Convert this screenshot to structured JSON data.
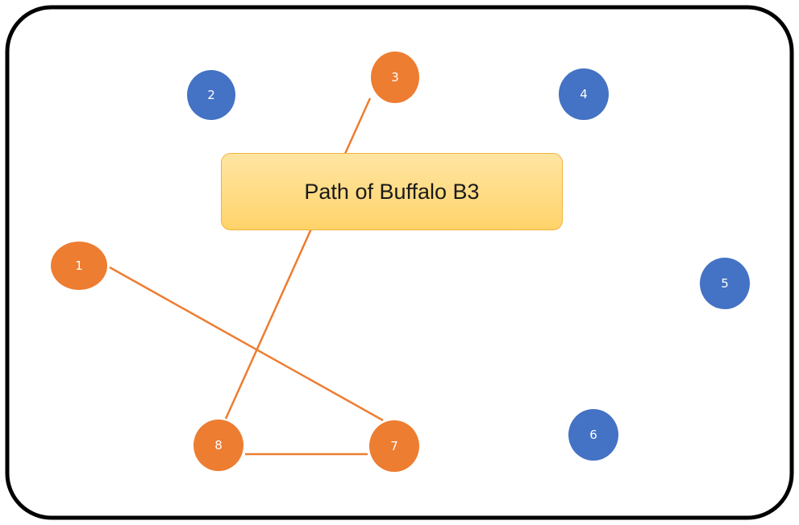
{
  "title": "Path of Buffalo B3",
  "colors": {
    "visited": "#ed7d31",
    "unvisited": "#4472c4",
    "path_line": "#ed7d31",
    "label_fill": "#ffd36a",
    "label_border": "#f2b33a",
    "frame": "#000000"
  },
  "nodes": [
    {
      "id": "1",
      "label": "1",
      "status": "visited"
    },
    {
      "id": "2",
      "label": "2",
      "status": "unvisited"
    },
    {
      "id": "3",
      "label": "3",
      "status": "visited"
    },
    {
      "id": "4",
      "label": "4",
      "status": "unvisited"
    },
    {
      "id": "5",
      "label": "5",
      "status": "unvisited"
    },
    {
      "id": "6",
      "label": "6",
      "status": "unvisited"
    },
    {
      "id": "7",
      "label": "7",
      "status": "visited"
    },
    {
      "id": "8",
      "label": "8",
      "status": "visited"
    }
  ],
  "path": [
    "3",
    "8",
    "7",
    "1"
  ]
}
